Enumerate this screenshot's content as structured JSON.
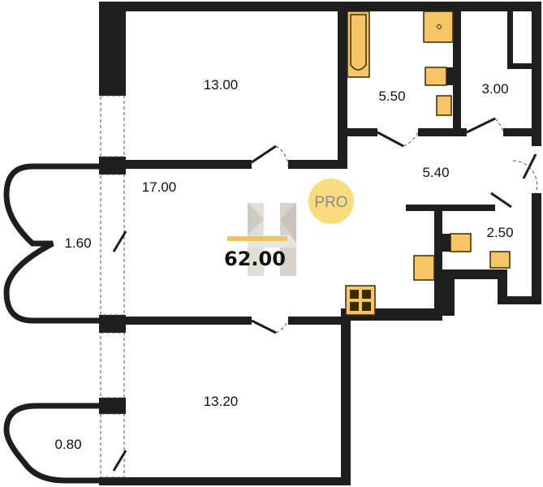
{
  "plan": {
    "total_area": "62.00",
    "badge": "PRO",
    "rooms": [
      {
        "name": "bedroom-top",
        "area": "13.00"
      },
      {
        "name": "bathroom",
        "area": "5.50"
      },
      {
        "name": "storage",
        "area": "3.00"
      },
      {
        "name": "corridor",
        "area": "5.40"
      },
      {
        "name": "living-kitchen",
        "area": "17.00"
      },
      {
        "name": "balcony-large",
        "area": "1.60"
      },
      {
        "name": "toilet",
        "area": "2.50"
      },
      {
        "name": "bedroom-bottom",
        "area": "13.20"
      },
      {
        "name": "balcony-small",
        "area": "0.80"
      }
    ]
  },
  "colors": {
    "wall": "#1e1e1e",
    "fixture": "#f6c566",
    "badge": "#f9dc80",
    "accent_line": "#f2c55c"
  }
}
